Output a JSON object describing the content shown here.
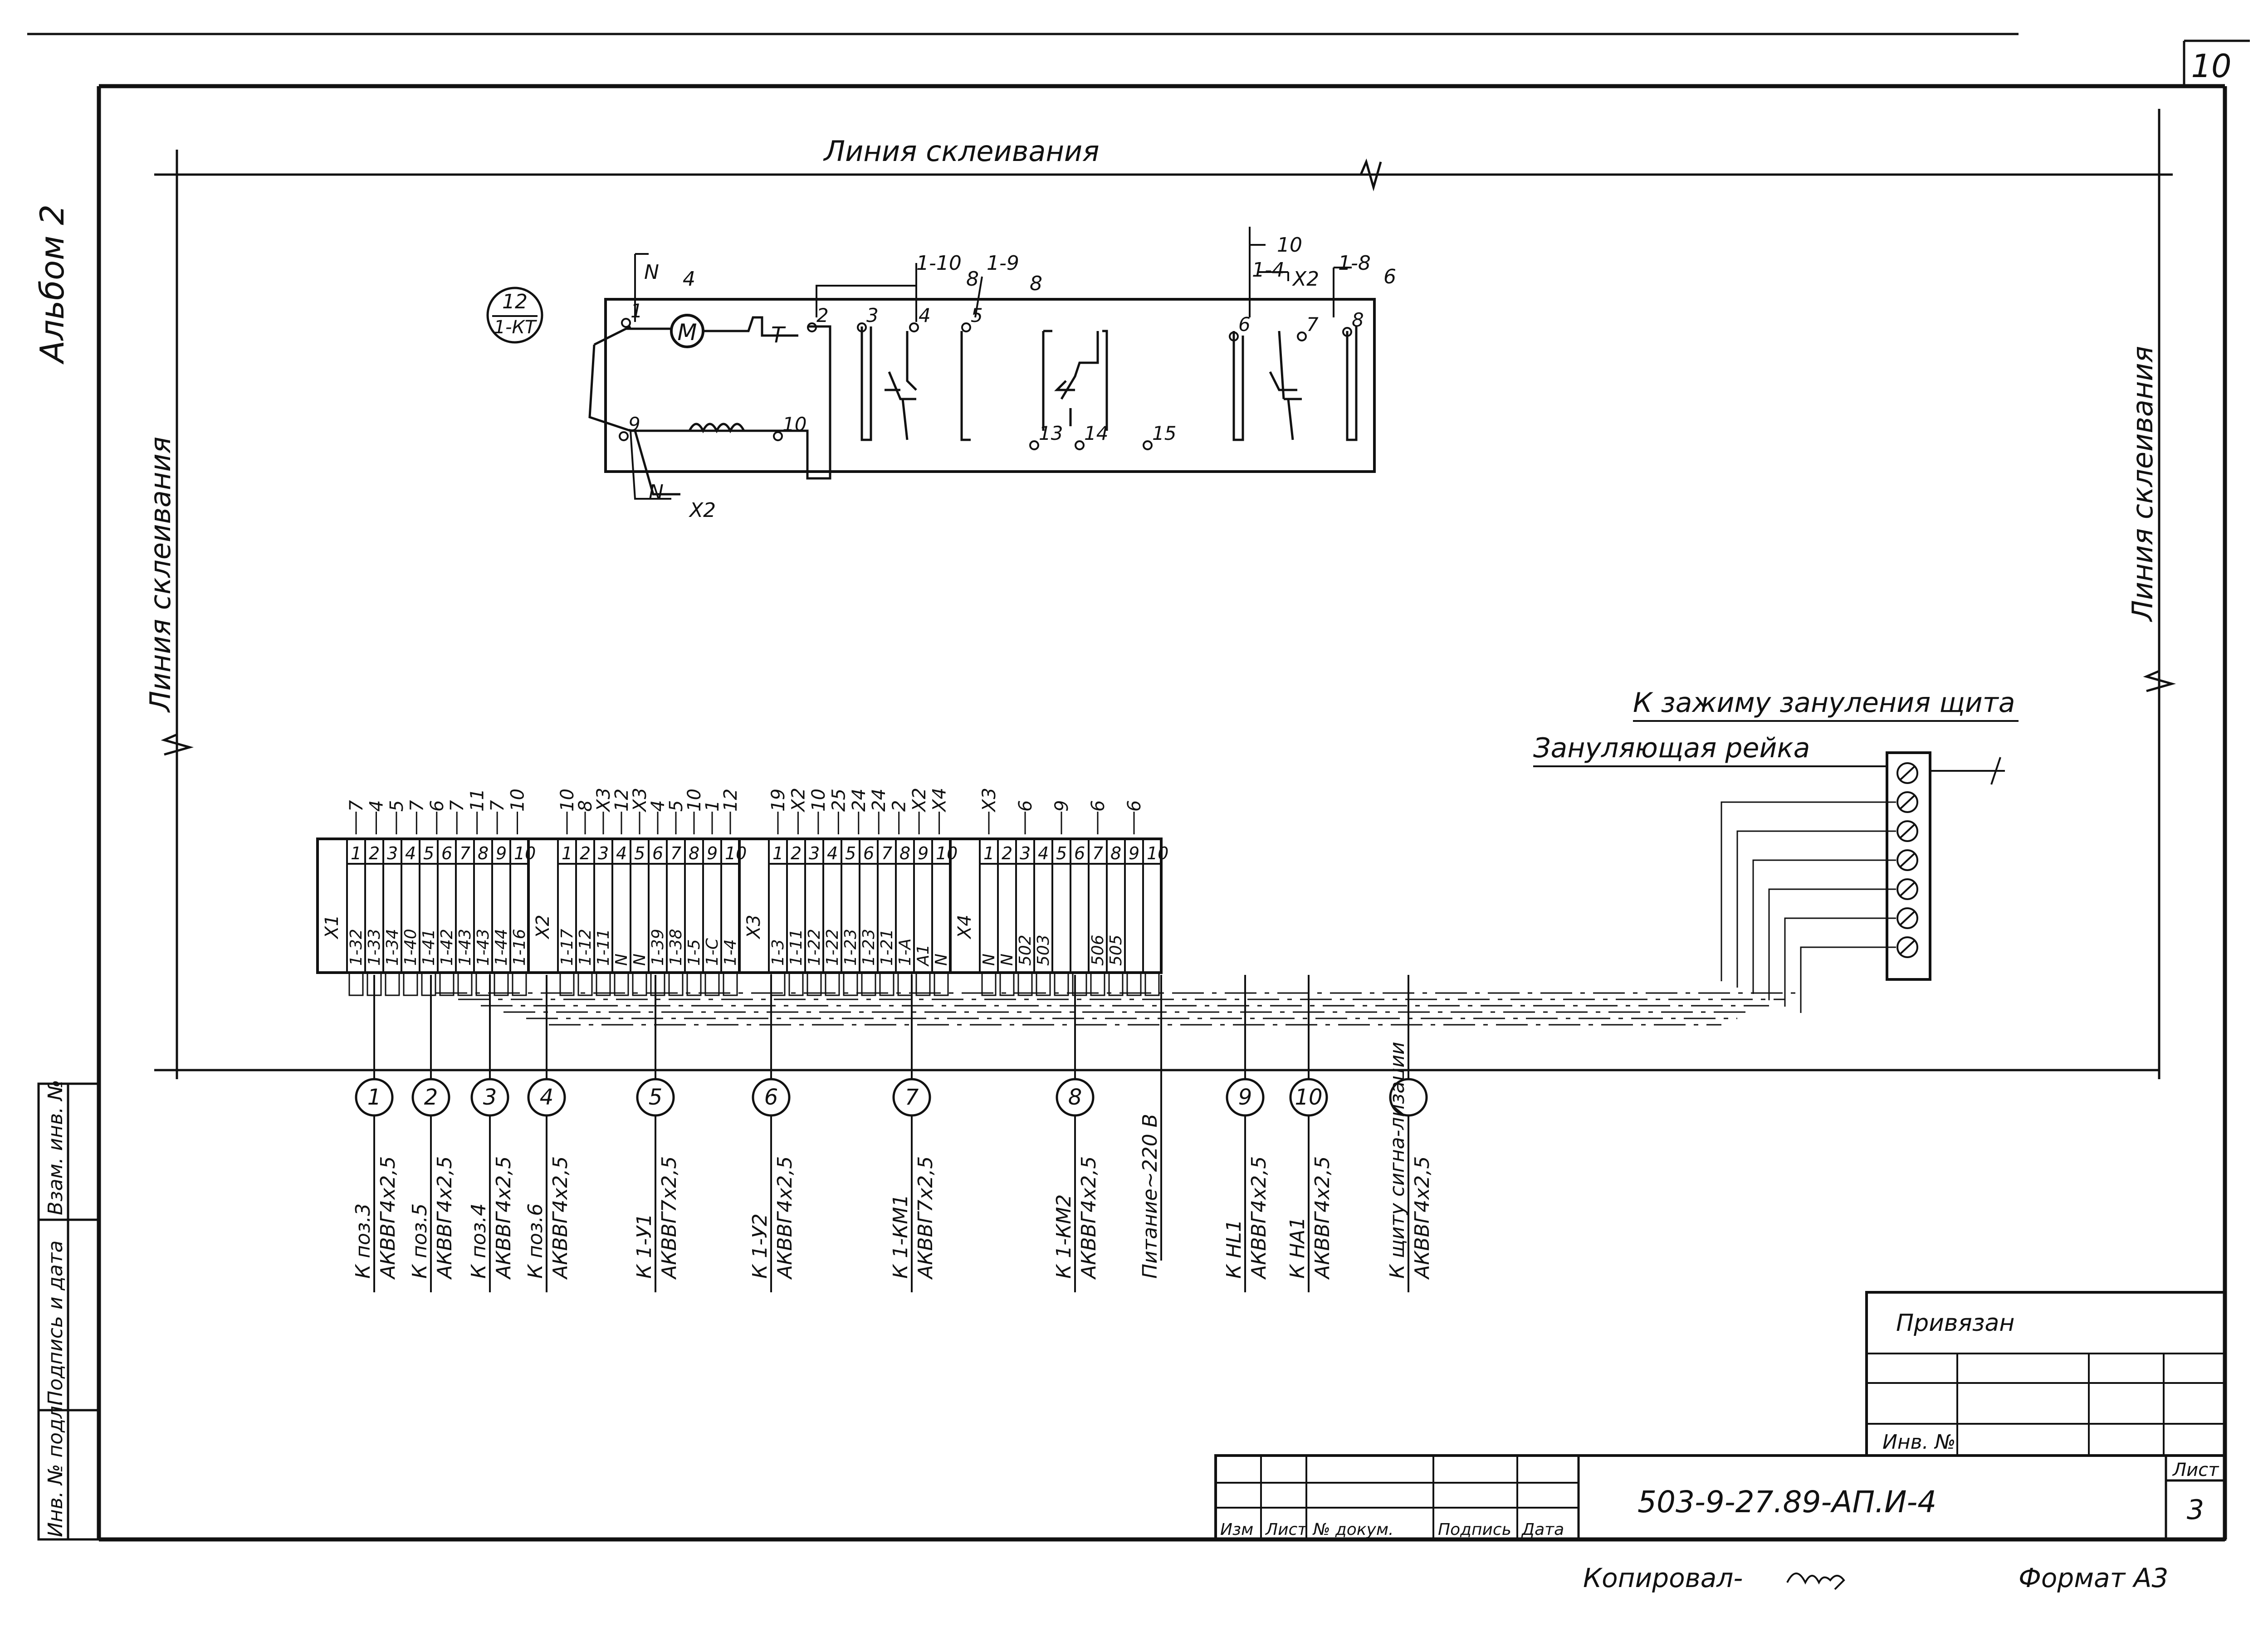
{
  "sheet": {
    "page_number": "10",
    "album_label": "Альбом 2",
    "glue_line_label": "Линия склеивания"
  },
  "relay": {
    "callout_top": "12",
    "callout_bottom": "1-КТ",
    "motor_label": "M",
    "clutch_label": "Т",
    "pins": [
      "1",
      "2",
      "3",
      "4",
      "5",
      "6",
      "7",
      "8",
      "9",
      "10",
      "13",
      "14",
      "15"
    ],
    "wire_labels": [
      {
        "text": "N"
      },
      {
        "text": "4"
      },
      {
        "text": "1-10"
      },
      {
        "text": "8"
      },
      {
        "text": "1-9"
      },
      {
        "text": "8"
      },
      {
        "text": "10"
      },
      {
        "text": "1-4"
      },
      {
        "text": "X2"
      },
      {
        "text": "1-8"
      },
      {
        "text": "6"
      },
      {
        "text": "N"
      },
      {
        "text": "X2"
      }
    ]
  },
  "busbar": {
    "zero_clamp_label": "К зажиму зануления щита",
    "rail_label": "Зануляющая рейка",
    "screw_count": 7
  },
  "terminal_blocks": [
    {
      "numbers": [
        "1",
        "2",
        "3",
        "4",
        "5",
        "6",
        "7",
        "8",
        "9",
        "10"
      ],
      "codes": [
        "X1",
        "1-32",
        "1-33",
        "1-34",
        "1-40",
        "1-41",
        "1-42",
        "1-43",
        "1-43",
        "1-44",
        "1-16"
      ],
      "top_marks": [
        "7",
        "4",
        "5",
        "7",
        "6",
        "7",
        "11",
        "7",
        "10"
      ]
    },
    {
      "numbers": [
        "1",
        "2",
        "3",
        "4",
        "5",
        "6",
        "7",
        "8",
        "9",
        "10"
      ],
      "codes": [
        "X2",
        "1-17",
        "1-12",
        "1-11",
        "N",
        "N",
        "1-39",
        "1-38",
        "1-5",
        "1-С",
        "1-4"
      ],
      "top_marks": [
        "10",
        "8",
        "X3",
        "12",
        "X3",
        "4",
        "5",
        "10",
        "1",
        "12"
      ]
    },
    {
      "numbers": [
        "1",
        "2",
        "3",
        "4",
        "5",
        "6",
        "7",
        "8",
        "9",
        "10"
      ],
      "codes": [
        "X3",
        "1-3",
        "1-11",
        "1-22",
        "1-22",
        "1-23",
        "1-23",
        "1-21",
        "1-А",
        "А1",
        "N"
      ],
      "top_marks": [
        "19",
        "X2",
        "10",
        "25",
        "24",
        "24",
        "2",
        "X2",
        "X4"
      ]
    },
    {
      "numbers": [
        "1",
        "2",
        "3",
        "4",
        "5",
        "6",
        "7",
        "8",
        "9",
        "10"
      ],
      "codes": [
        "X4",
        "N",
        "N",
        "502",
        "503",
        "",
        "",
        "506",
        "505",
        "",
        ""
      ],
      "top_marks": [
        "X3",
        "6",
        "9",
        "6",
        "6"
      ]
    }
  ],
  "cables": [
    {
      "circle": "1",
      "dest": "К поз.3",
      "cable": "АКВВГ4х2,5"
    },
    {
      "circle": "2",
      "dest": "К поз.5",
      "cable": "АКВВГ4х2,5"
    },
    {
      "circle": "3",
      "dest": "К поз.4",
      "cable": "АКВВГ4х2,5"
    },
    {
      "circle": "4",
      "dest": "К поз.6",
      "cable": "АКВВГ4х2,5"
    },
    {
      "circle": "5",
      "dest": "К 1-У1",
      "cable": "АКВВГ7х2,5"
    },
    {
      "circle": "6",
      "dest": "К 1-У2",
      "cable": "АКВВГ4х2,5"
    },
    {
      "circle": "7",
      "dest": "К 1-КМ1",
      "cable": "АКВВГ7х2,5"
    },
    {
      "circle": "8",
      "dest": "К 1-КМ2",
      "cable": "АКВВГ4х2,5"
    },
    {
      "circle": "",
      "dest": "Питание~220 В",
      "cable": ""
    },
    {
      "circle": "9",
      "dest": "К НL1",
      "cable": "АКВВГ4х2,5"
    },
    {
      "circle": "10",
      "dest": "К НА1",
      "cable": "АКВВГ4х2,5"
    },
    {
      "circle": "",
      "dest": "К щиту сигна-лизации",
      "cable": "АКВВГ4х2,5"
    }
  ],
  "side_stamp": {
    "cells": [
      "Инв. № подл.",
      "Подпись и дата",
      "Взам. инв. №"
    ]
  },
  "title_block": {
    "bound_label": "Привязан",
    "inv_label": "Инв. №",
    "doc_code": "503-9-27.89-АП.И-4",
    "sheet_label": "Лист",
    "sheet_no": "3",
    "columns": [
      "Изм",
      "Лист",
      "№ докум.",
      "Подпись",
      "Дата"
    ]
  },
  "footer": {
    "copied": "Копировал-",
    "format": "Формат А3"
  }
}
